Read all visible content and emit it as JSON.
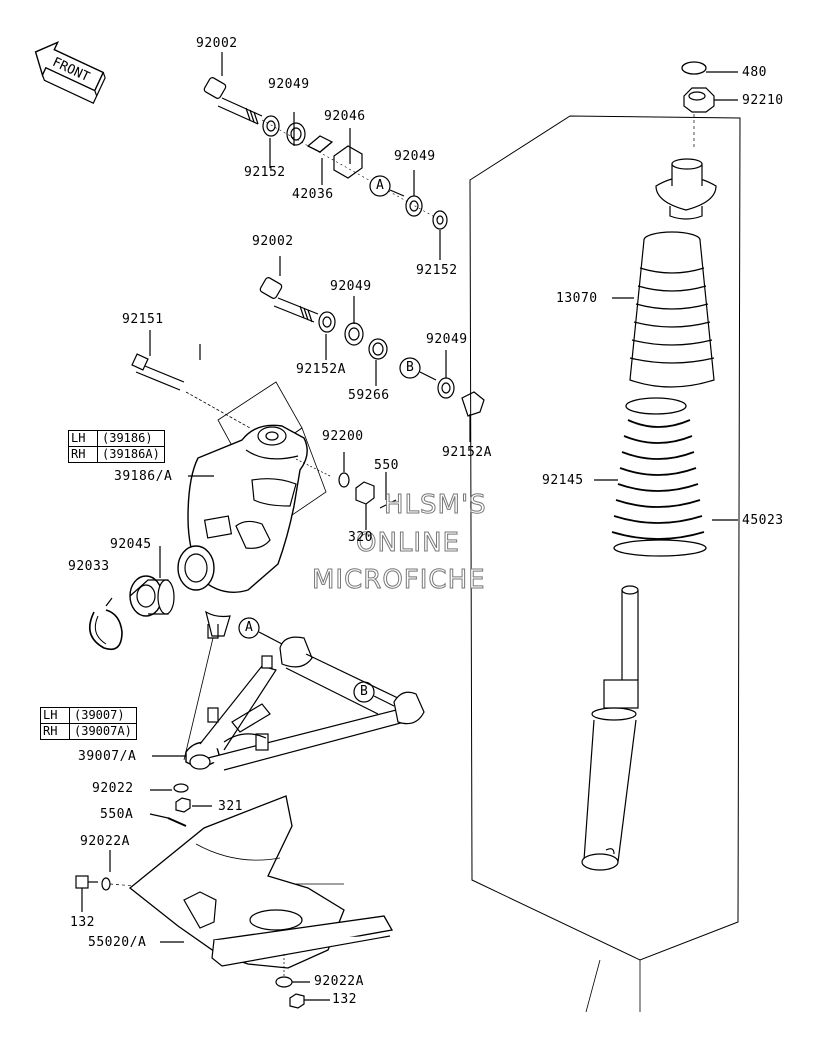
{
  "front_label": "FRONT",
  "watermark": [
    "HLSM'S",
    "ONLINE",
    "MICROFICHE"
  ],
  "callouts": {
    "a": "A",
    "b": "B"
  },
  "part_numbers": {
    "p92002_top": "92002",
    "p92049_1": "92049",
    "p92046": "92046",
    "p92152_1": "92152",
    "p42036": "42036",
    "p92049_2": "92049",
    "p92152_2": "92152",
    "p92002_2": "92002",
    "p92049_3": "92049",
    "p92151": "92151",
    "p92152A_1": "92152A",
    "p59266": "59266",
    "p92049_4": "92049",
    "p92152A_2": "92152A",
    "p92200": "92200",
    "p550": "550",
    "p39186A": "39186/A",
    "p320": "320",
    "p92045": "92045",
    "p92033": "92033",
    "p39007A": "39007/A",
    "p92022": "92022",
    "p321": "321",
    "p550A": "550A",
    "p92022A_1": "92022A",
    "p132_1": "132",
    "p55020A": "55020/A",
    "p92022A_2": "92022A",
    "p132_2": "132",
    "p480": "480",
    "p92210": "92210",
    "p13070": "13070",
    "p92145": "92145",
    "p45023": "45023"
  },
  "knuckle_table": [
    {
      "side": "LH",
      "part": "(39186)"
    },
    {
      "side": "RH",
      "part": "(39186A)"
    }
  ],
  "arm_table": [
    {
      "side": "LH",
      "part": "(39007)"
    },
    {
      "side": "RH",
      "part": "(39007A)"
    }
  ]
}
